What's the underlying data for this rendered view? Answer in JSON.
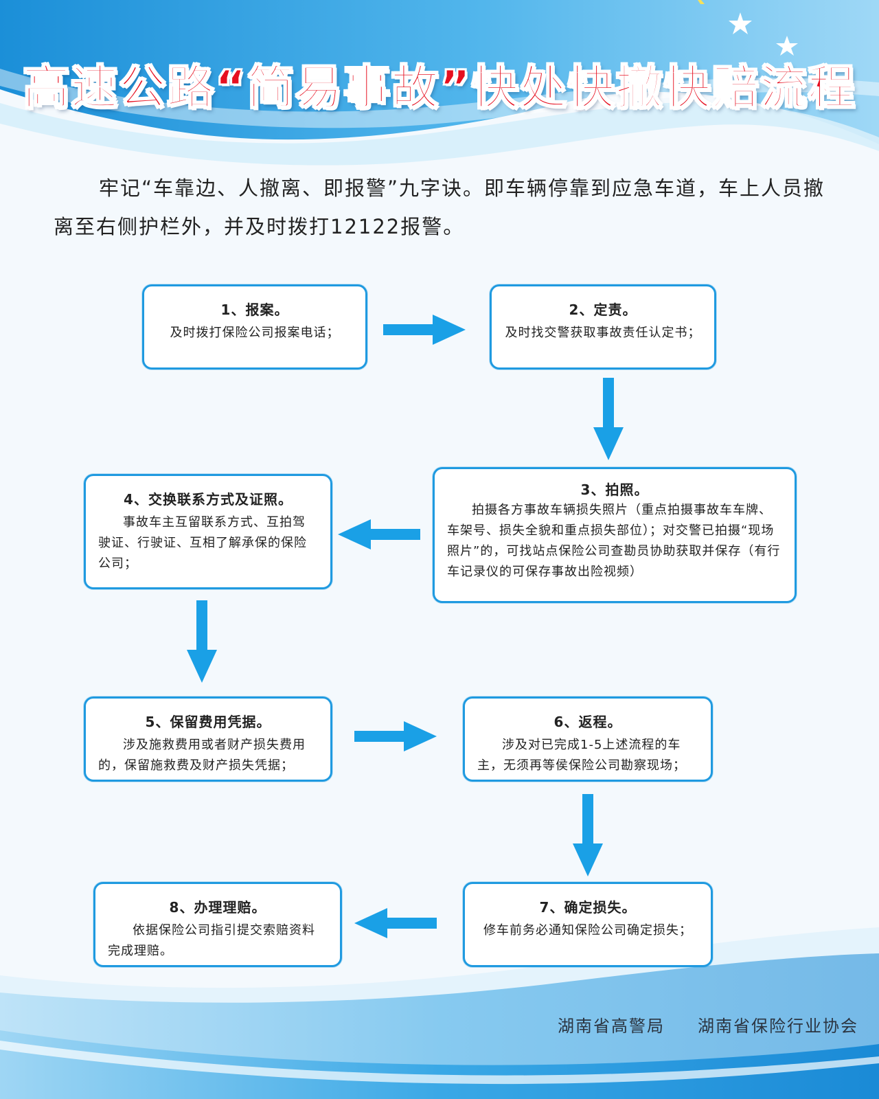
{
  "title": "高速公路“简易事故”快处快撤快赔流程",
  "intro": "牢记“车靠边、人撤离、即报警”九字诀。即车辆停靠到应急车道，车上人员撤离至右侧护栏外，并及时拨打12122报警。",
  "steps": [
    {
      "title": "1、报案。",
      "body": "及时拨打保险公司报案电话；"
    },
    {
      "title": "2、定责。",
      "body": "及时找交警获取事故责任认定书；"
    },
    {
      "title": "3、拍照。",
      "body": "拍摄各方事故车辆损失照片（重点拍摄事故车车牌、车架号、损失全貌和重点损失部位）；对交警已拍摄“现场照片”的，可找站点保险公司查勘员协助获取并保存（有行车记录仪的可保存事故出险视频）"
    },
    {
      "title": "4、交换联系方式及证照。",
      "body": "事故车主互留联系方式、互拍驾驶证、行驶证、互相了解承保的保险公司；"
    },
    {
      "title": "5、保留费用凭据。",
      "body": "涉及施救费用或者财产损失费用的，保留施救费及财产损失凭据；"
    },
    {
      "title": "6、返程。",
      "body": "涉及对已完成1-5上述流程的车主，无须再等侯保险公司勘察现场；"
    },
    {
      "title": "7、确定损失。",
      "body": "修车前务必通知保险公司确定损失；"
    },
    {
      "title": "8、办理理赔。",
      "body": "依据保险公司指引提交索赔资料完成理赔。"
    }
  ],
  "footer": {
    "org1": "湖南省高警局",
    "org2": "湖南省保险行业协会"
  },
  "colors": {
    "title": "#e60f1f",
    "box_border": "#1f9ae0",
    "arrow": "#1aa0e6",
    "wave": "#2aa7e8"
  }
}
